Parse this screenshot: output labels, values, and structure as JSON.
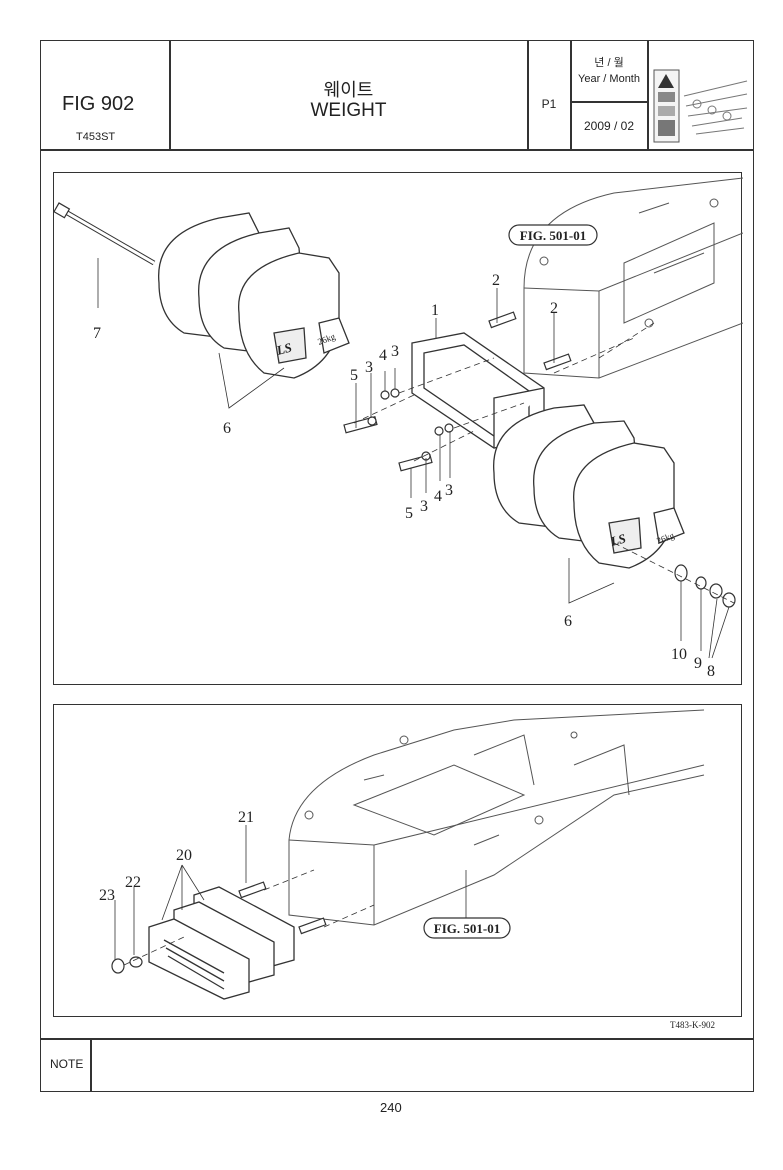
{
  "header": {
    "fig_number": "FIG 902",
    "model": "T453ST",
    "title_korean": "웨이트",
    "title_english": "WEIGHT",
    "page_label": "P1",
    "date_label_korean": "년 / 월",
    "date_label_english": "Year / Month",
    "date_value": "2009 / 02"
  },
  "diagram_top": {
    "callouts": [
      "1",
      "2",
      "2",
      "3",
      "3",
      "4",
      "5",
      "3",
      "4",
      "3",
      "5",
      "6",
      "6",
      "7",
      "8",
      "9",
      "10"
    ],
    "reference": "FIG. 501-01",
    "weight_label": "26kg",
    "brand_mark": "LS"
  },
  "diagram_bottom": {
    "callouts": [
      "20",
      "21",
      "22",
      "23"
    ],
    "reference": "FIG. 501-01",
    "drawing_code": "T483-K-902"
  },
  "footer": {
    "note_label": "NOTE",
    "note_text": "",
    "page_number": "240"
  }
}
